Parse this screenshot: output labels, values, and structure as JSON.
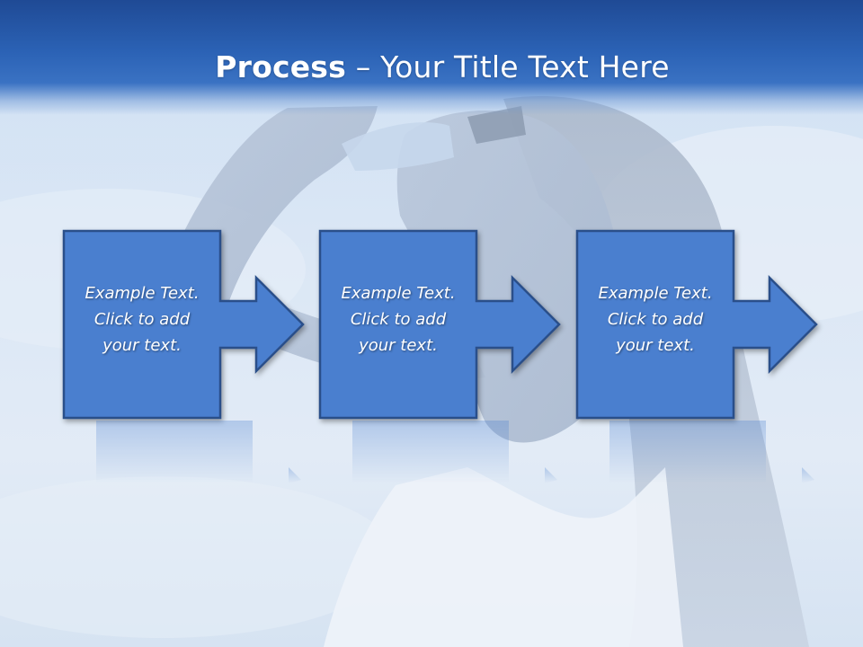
{
  "slide": {
    "title_bold": "Process",
    "title_separator": " – ",
    "title_rest": "Your Title Text Here"
  },
  "steps": [
    {
      "line1": "Example Text.",
      "line2": "Click  to add",
      "line3": "your text."
    },
    {
      "line1": "Example Text.",
      "line2": "Click  to add",
      "line3": "your text."
    },
    {
      "line1": "Example Text.",
      "line2": "Click  to add",
      "line3": "your text."
    }
  ],
  "colors": {
    "title_band": "#2b62b5",
    "block_fill": "#4a7fcf",
    "block_border": "#2a4f8a",
    "text": "#ffffff"
  }
}
